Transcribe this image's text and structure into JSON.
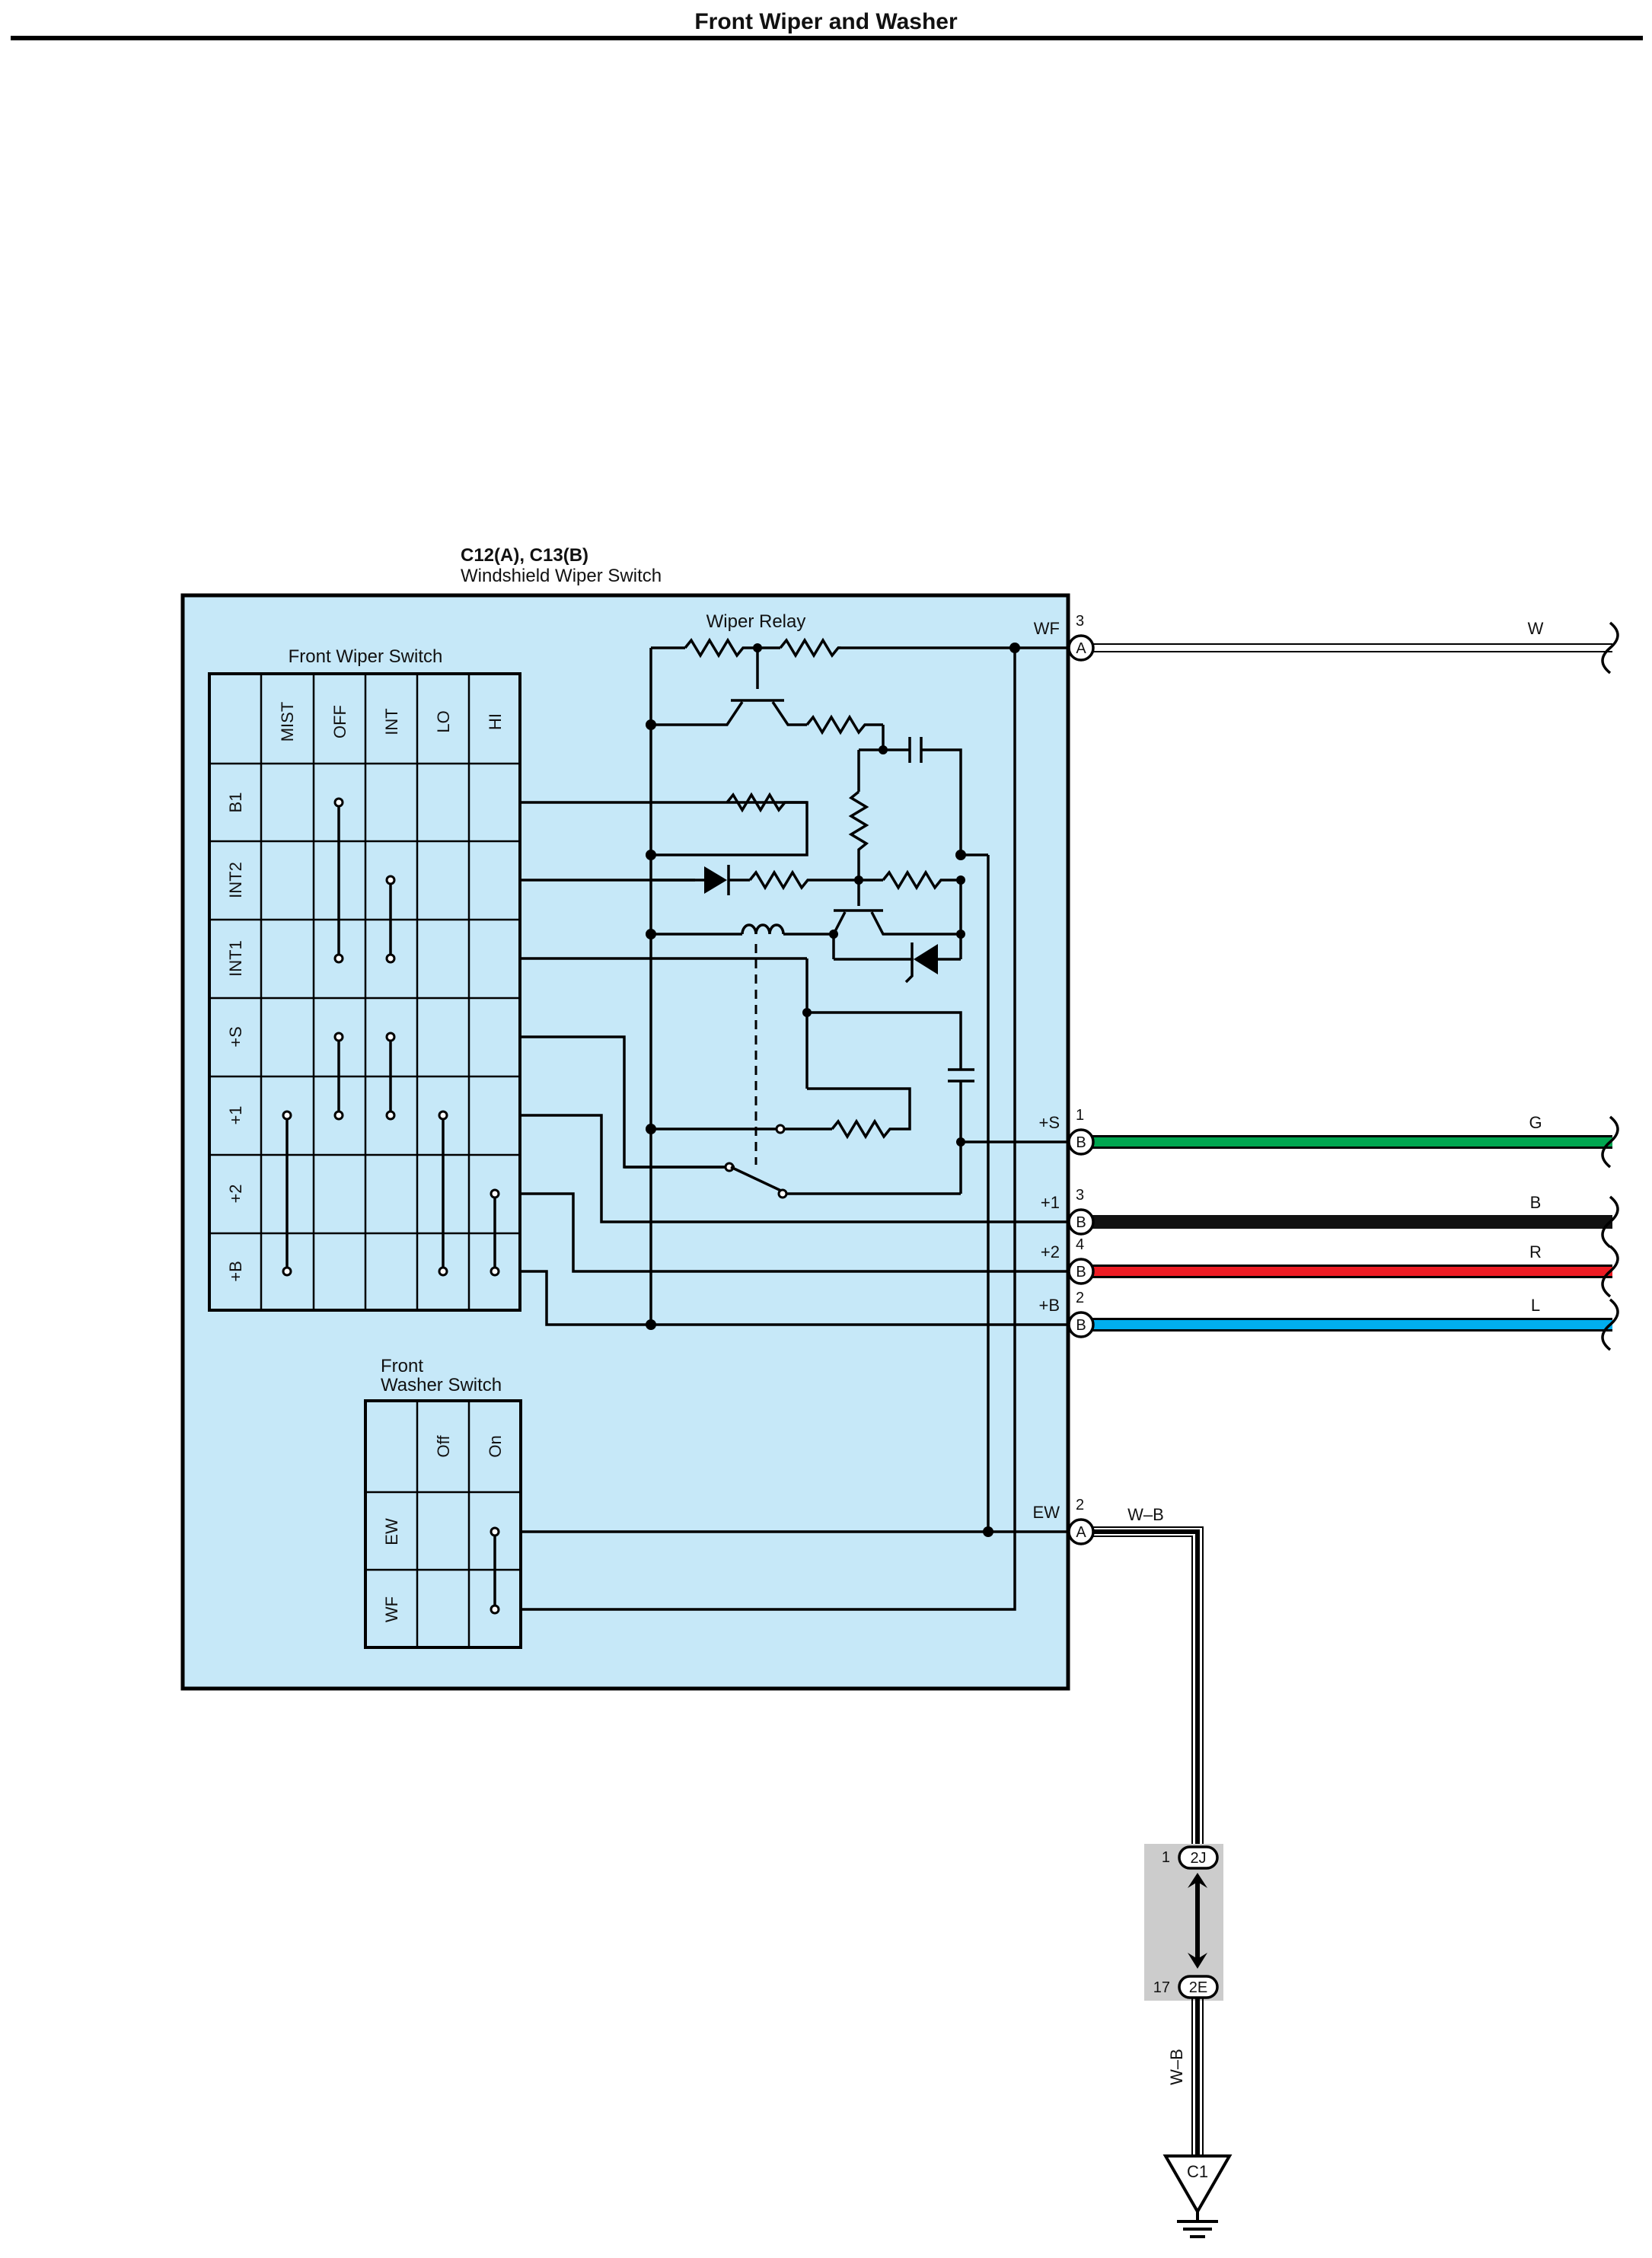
{
  "page_title": "Front Wiper and Washer",
  "component": {
    "connectors": "C12(A), C13(B)",
    "name": "Windshield Wiper Switch"
  },
  "wiper_relay_label": "Wiper Relay",
  "front_wiper_switch": {
    "title": "Front Wiper Switch",
    "positions": [
      "MIST",
      "OFF",
      "INT",
      "LO",
      "HI"
    ],
    "terminals": [
      "B1",
      "INT2",
      "INT1",
      "+S",
      "+1",
      "+2",
      "+B"
    ]
  },
  "front_washer_switch": {
    "title_line1": "Front",
    "title_line2": "Washer Switch",
    "positions": [
      "Off",
      "On"
    ],
    "terminals": [
      "EW",
      "WF"
    ]
  },
  "pins": [
    {
      "name": "WF",
      "num": "3",
      "connector": "A",
      "wire": "W",
      "color": "#ffffff"
    },
    {
      "name": "+S",
      "num": "1",
      "connector": "B",
      "wire": "G",
      "color": "#00a650"
    },
    {
      "name": "+1",
      "num": "3",
      "connector": "B",
      "wire": "B",
      "color": "#111111"
    },
    {
      "name": "+2",
      "num": "4",
      "connector": "B",
      "wire": "R",
      "color": "#ed1c24"
    },
    {
      "name": "+B",
      "num": "2",
      "connector": "B",
      "wire": "L",
      "color": "#00aeef"
    },
    {
      "name": "EW",
      "num": "2",
      "connector": "A",
      "wire": "W–B",
      "color": "#ffffff"
    }
  ],
  "junction": {
    "upper_pin": "1",
    "upper_connector": "2J",
    "lower_pin": "17",
    "lower_connector": "2E"
  },
  "ground_wire": "W–B",
  "ground_point": "C1",
  "colors": {
    "component_fill": "#c6e8f8",
    "junction_box_fill": "#cccccc"
  }
}
